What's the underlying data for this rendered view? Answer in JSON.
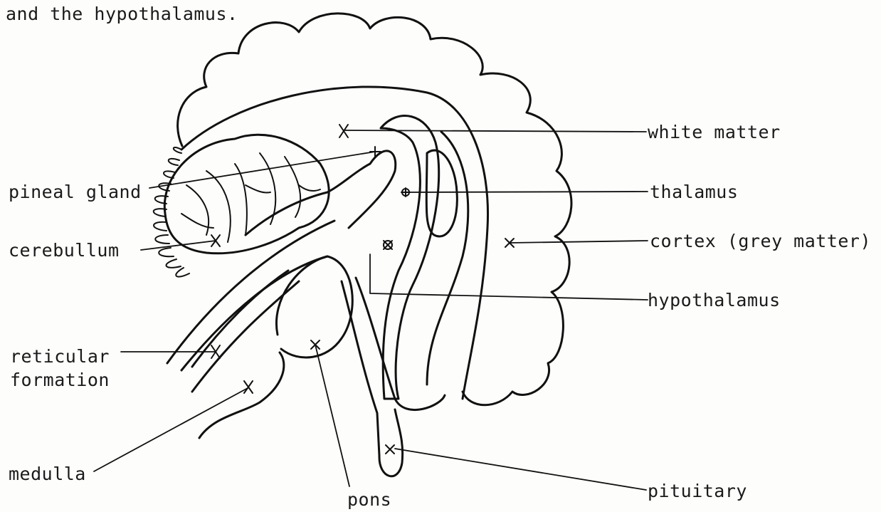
{
  "caption": "and the hypothalamus.",
  "labels": {
    "white_matter": "white matter",
    "thalamus": "thalamus",
    "cortex": "cortex (grey matter)",
    "hypothalamus": "hypothalamus",
    "pituitary": "pituitary",
    "pineal_gland": "pineal gland",
    "cerebellum": "cerebullum",
    "reticular_line1": "reticular",
    "reticular_line2": "formation",
    "medulla": "medulla",
    "pons": "pons"
  }
}
